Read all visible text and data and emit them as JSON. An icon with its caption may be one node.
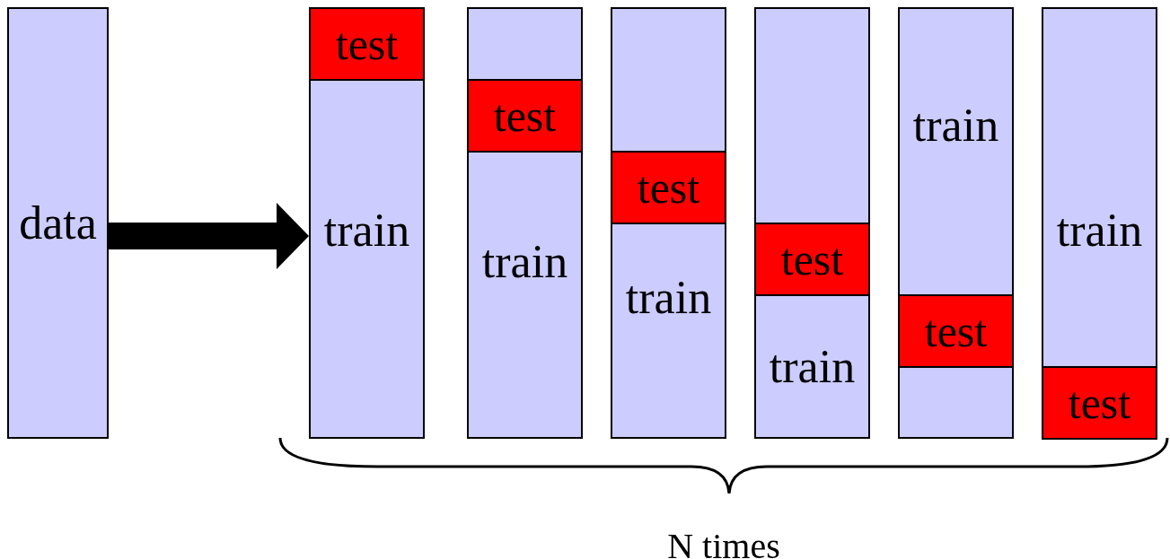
{
  "diagram": {
    "nodes": [
      {
        "text": [
          "data"
        ]
      },
      {
        "text": [],
        "shape": "box"
      },
      {
        "text": [
          "test"
        ],
        "in": 1
      },
      {
        "text": [
          "train"
        ],
        "in": 1
      },
      {
        "text": [],
        "shape": "box"
      },
      {
        "text": [
          "test"
        ],
        "in": 4
      },
      {
        "text": [
          "train"
        ],
        "in": 4
      },
      {
        "text": [],
        "shape": "box"
      },
      {
        "text": [
          "test"
        ],
        "in": 7
      },
      {
        "text": [
          "train"
        ],
        "in": 7
      },
      {
        "text": [],
        "shape": "box"
      },
      {
        "text": [
          "test"
        ],
        "in": 10
      },
      {
        "text": [
          "train"
        ],
        "in": 10
      },
      {
        "text": [],
        "shape": "box"
      },
      {
        "text": [
          "test"
        ],
        "in": 13
      },
      {
        "text": [
          "train"
        ],
        "in": 13
      },
      {
        "text": [],
        "shape": "box"
      },
      {
        "text": [
          "test"
        ],
        "in": 16
      },
      {
        "text": [
          "train"
        ],
        "in": 16
      }
    ],
    "edges": [
      {
        "from": 0,
        "to": 1,
        "arrow": "to"
      }
    ],
    "labels": [
      "N times"
    ]
  }
}
